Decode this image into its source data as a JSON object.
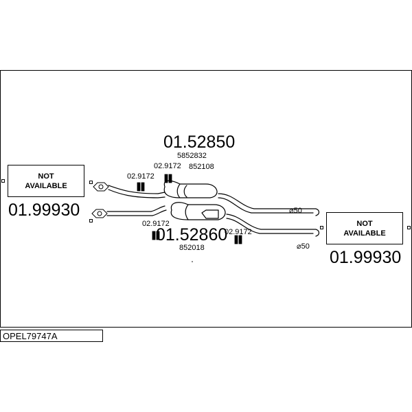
{
  "diagram": {
    "code": "OPEL79747A",
    "parts": {
      "main_muffler_top": {
        "number": "01.52850",
        "refs": [
          "5852832",
          "852108"
        ]
      },
      "main_muffler_bottom": {
        "number": "01.52860",
        "refs": [
          "852018"
        ]
      },
      "front_left": {
        "status_line1": "NOT",
        "status_line2": "AVAILABLE",
        "number": "01.99930"
      },
      "rear_right": {
        "status_line1": "NOT",
        "status_line2": "AVAILABLE",
        "number": "01.99930"
      }
    },
    "clamps": [
      {
        "id": "clamp-top-left",
        "number": "02.9172"
      },
      {
        "id": "clamp-top-mid",
        "number": "02.9172"
      },
      {
        "id": "clamp-bottom-left",
        "number": "02.9172"
      },
      {
        "id": "clamp-bottom-right",
        "number": "02.9172"
      }
    ],
    "diameters": [
      {
        "id": "diameter-top",
        "label": "⌀50"
      },
      {
        "id": "diameter-bottom",
        "label": "⌀50"
      }
    ]
  }
}
